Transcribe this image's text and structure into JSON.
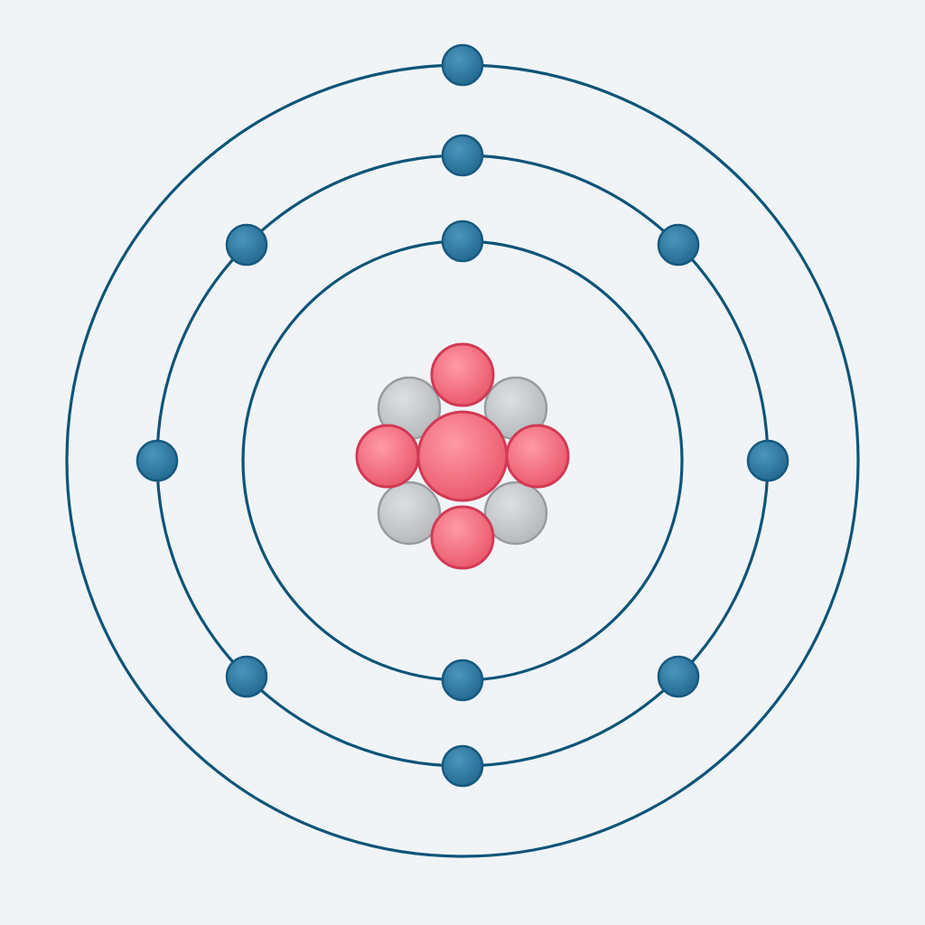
{
  "colors": {
    "background": "#f0f4f7",
    "orbit": "#0f5478",
    "electron_fill": "#2f7aa3",
    "electron_stroke": "#17597f",
    "proton_fill": "#f06a79",
    "proton_stroke": "#d13a55",
    "neutron_fill": "#c3c7ca",
    "neutron_stroke": "#989ca0"
  },
  "nucleus": {
    "protons": 5,
    "neutrons": 4
  },
  "shells": [
    {
      "electrons": 2
    },
    {
      "electrons": 8
    },
    {
      "electrons": 1
    }
  ]
}
